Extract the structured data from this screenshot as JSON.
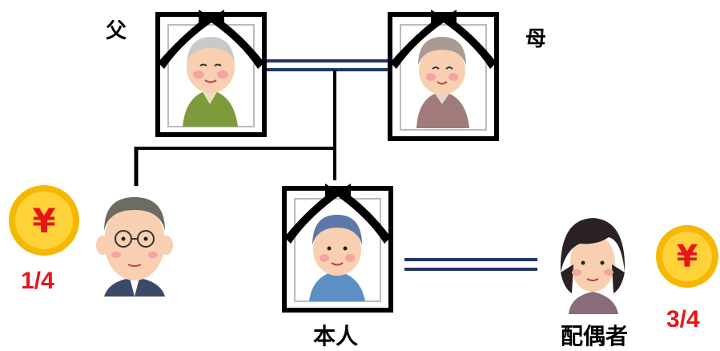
{
  "labels": {
    "father": "父",
    "mother": "母",
    "self": "本人",
    "spouse": "配偶者"
  },
  "shares": {
    "brother": "1/4",
    "spouse": "3/4"
  },
  "coin": {
    "symbol": "¥"
  },
  "colors": {
    "share_red": "#e8141b",
    "coin_gold": "#f5b800",
    "line_navy": "#1f3864",
    "frame": "#000000",
    "ribbon": "#000000"
  }
}
